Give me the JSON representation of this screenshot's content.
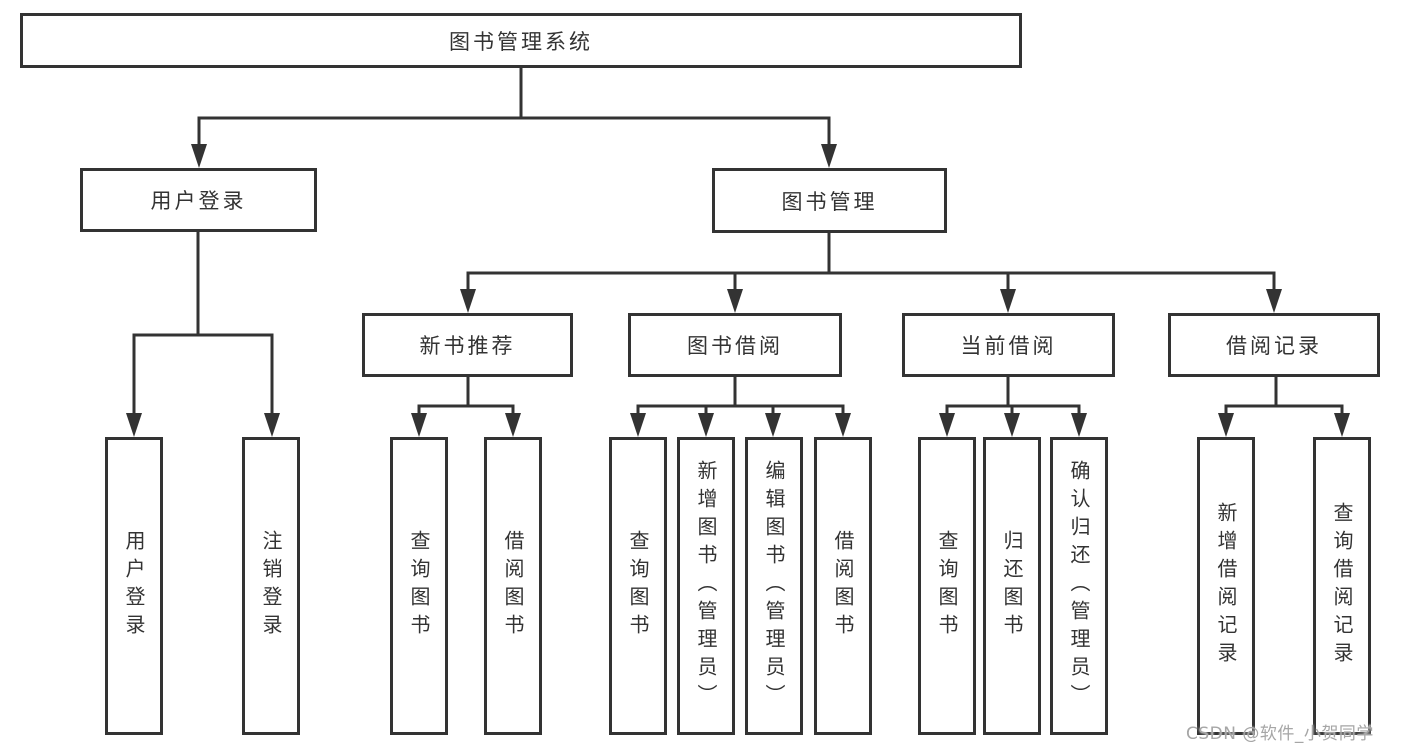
{
  "diagram": {
    "root": {
      "label": "图书管理系统"
    },
    "level2": [
      {
        "label": "用户登录",
        "children": [
          "用户登录",
          "注销登录"
        ]
      },
      {
        "label": "图书管理",
        "children": [
          {
            "label": "新书推荐",
            "children": [
              "查询图书",
              "借阅图书"
            ]
          },
          {
            "label": "图书借阅",
            "children": [
              "查询图书",
              "新增图书（管理员）",
              "编辑图书（管理员）",
              "借阅图书"
            ]
          },
          {
            "label": "当前借阅",
            "children": [
              "查询图书",
              "归还图书",
              "确认归还（管理员）"
            ]
          },
          {
            "label": "借阅记录",
            "children": [
              "新增借阅记录",
              "查询借阅记录"
            ]
          }
        ]
      }
    ]
  },
  "watermark": {
    "label": "CSDN @软件_小贺同学"
  },
  "colors": {
    "line": "#333333",
    "text": "#333333",
    "node_background": "#ffffff",
    "page_background": "#ffffff",
    "watermark": "#a6a6a6"
  }
}
